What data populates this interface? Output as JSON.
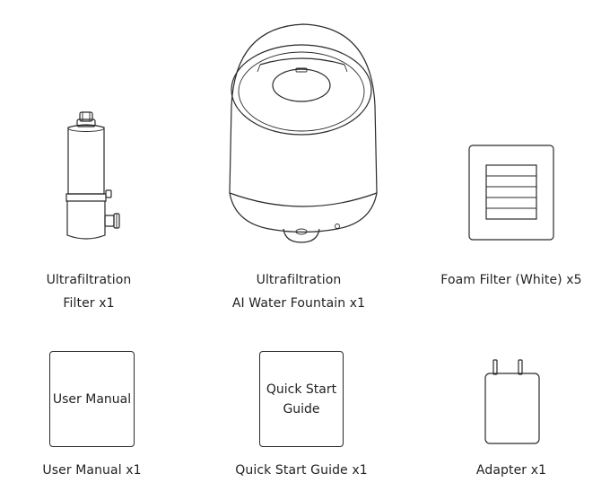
{
  "items": {
    "ultrafiltration_filter": {
      "caption_line1": "Ultrafiltration",
      "caption_line2": "Filter x1",
      "icon": "filter-cartridge-icon"
    },
    "water_fountain": {
      "caption_line1": "Ultrafiltration",
      "caption_line2": "AI Water Fountain x1",
      "icon": "water-fountain-icon"
    },
    "foam_filter": {
      "caption": "Foam Filter (White) x5",
      "icon": "foam-filter-icon"
    },
    "user_manual": {
      "cover_text": "User Manual",
      "caption": "User Manual x1",
      "icon": "booklet-icon"
    },
    "quick_start_guide": {
      "cover_text_line1": "Quick Start",
      "cover_text_line2": "Guide",
      "caption": "Quick Start Guide x1",
      "icon": "booklet-icon"
    },
    "adapter": {
      "caption": "Adapter x1",
      "icon": "power-adapter-icon"
    }
  },
  "colors": {
    "line": "#2a2a2a",
    "text": "#222222",
    "background": "#ffffff"
  }
}
